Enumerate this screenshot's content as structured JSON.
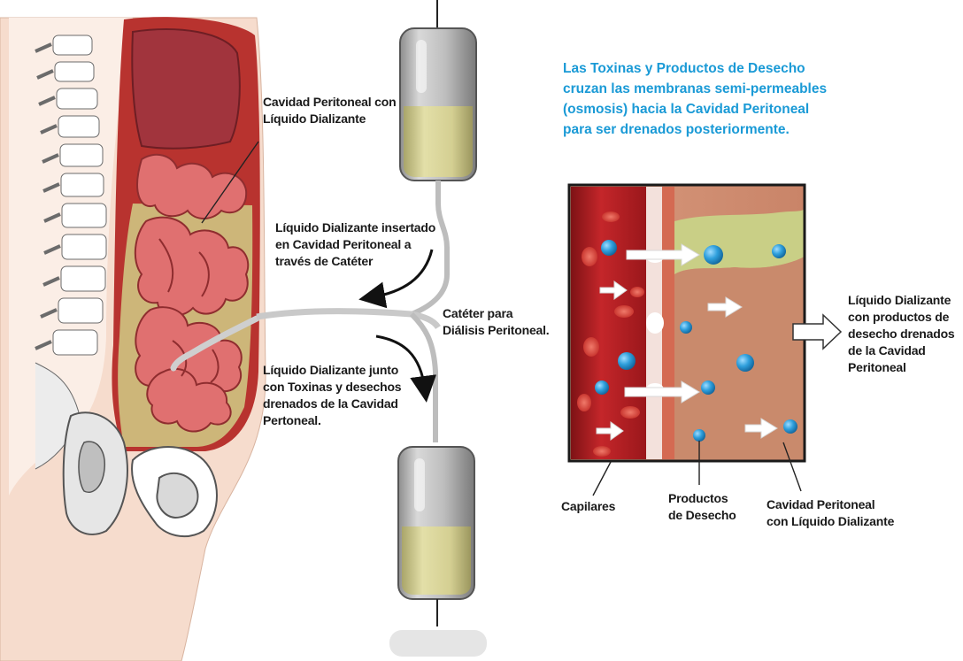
{
  "headline": {
    "lines": [
      "Las Toxinas y  Productos de Desecho",
      "cruzan las membranas semi-permeables",
      "(osmosis) hacia la Cavidad Peritoneal",
      "para ser drenados posteriormente."
    ],
    "color": "#1a9ad6"
  },
  "labels": {
    "cavidad_peritoneal": [
      "Cavidad Peritoneal con",
      "Líquido Dializante"
    ],
    "liquido_insertado": [
      "Líquido Dializante insertado",
      "en Cavidad Peritoneal a",
      "través de Catéter"
    ],
    "cateter": [
      "Catéter para",
      "Diálisis Peritoneal."
    ],
    "liquido_drenado": [
      "Líquido Dializante junto",
      "con Toxinas y desechos",
      "drenados de la Cavidad",
      "Pertoneal."
    ],
    "liquido_salida": [
      "Líquido Dializante",
      "con productos de",
      "desecho drenados",
      "de la Cavidad",
      "Peritoneal"
    ],
    "capilares": [
      "Capilares"
    ],
    "productos_desecho": [
      "Productos",
      "de Desecho"
    ],
    "cavidad_liquido": [
      "Cavidad Peritoneal",
      "con Líquido Dializante"
    ]
  },
  "colors": {
    "skin": "#f6dccd",
    "muscle": "#b8332f",
    "intestine": "#e07070",
    "dialysate": "#d8d49a",
    "bag": "#c8c8c8",
    "capillary": "#b21e22",
    "toxin": "#2f9fdc",
    "membrane_tissue": "#c47a62"
  },
  "icons": {
    "flow_arrow": "white-arrow-icon",
    "curved_arrow": "black-curved-arrow-icon"
  }
}
